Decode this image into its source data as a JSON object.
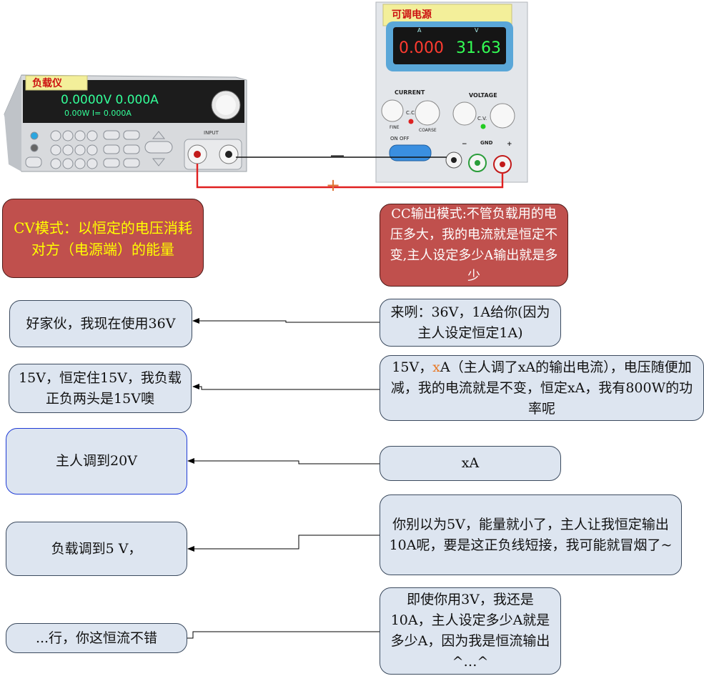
{
  "devices": {
    "load": {
      "name_tag": "负载仪",
      "display_line1": "0.0000V  0.000A",
      "display_line2": "0.00W    I= 0.000A",
      "input_label": "INPUT"
    },
    "power_supply": {
      "name_tag": "可调电源",
      "current_display": "0.000",
      "voltage_display": "31.63",
      "unit_a": "A",
      "unit_v": "V",
      "current_label": "CURRENT",
      "voltage_label": "VOLTAGE",
      "cc_label": "C.C",
      "cv_label": "C.V.",
      "fine": "FINE",
      "coarse": "COARSE",
      "on_off": "ON   OFF",
      "gnd": "GND",
      "minus": "−",
      "plus": "+"
    },
    "wire_labels": {
      "negative": "—",
      "positive": "+"
    }
  },
  "left_boxes": [
    {
      "text": "CV模式：以恒定的电压消耗对方（电源端）的能量"
    },
    {
      "text": "好家伙，我现在使用36V"
    },
    {
      "text": "15V，恒定住15V，我负载正负两头是15V噢"
    },
    {
      "text": "主人调到20V"
    },
    {
      "text": "负载调到5 V，"
    },
    {
      "text": "...行，你这恒流不错"
    }
  ],
  "right_boxes": [
    {
      "text": "CC输出模式:不管负载用的电压多大，我的电流就是恒定不变,主人设定多少A输出就是多少"
    },
    {
      "text": "来咧：36V，1A给你(因为主人设定恒定1A)"
    },
    {
      "pre": "15V，",
      "hl": "x",
      "post": "A（主人调了xA的输出电流），电压随便加减，我的电流就是不变，恒定xA，我有800W的功率呢"
    },
    {
      "text": "xA"
    },
    {
      "text": "你别以为5V，能量就小了，主人让我恒定输出10A呢，要是这正负线短接，我可能就冒烟了~"
    },
    {
      "text": "即使你用3V，我还是10A，主人设定多少A就是多少A，因为我是恒流输出^…^"
    }
  ],
  "colors": {
    "box_fill": "#dde5f0",
    "red_fill": "#c0504d",
    "red_text": "#ffff00",
    "accent": "#e87722",
    "wire_red": "#e02020"
  }
}
